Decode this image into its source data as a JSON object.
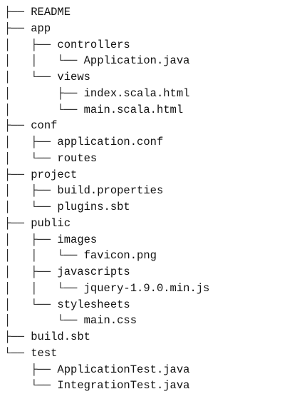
{
  "tree": {
    "rows": [
      {
        "prefix": "├── ",
        "name": "README"
      },
      {
        "prefix": "├── ",
        "name": "app"
      },
      {
        "prefix": "│   ├── ",
        "name": "controllers"
      },
      {
        "prefix": "│   │   └── ",
        "name": "Application.java"
      },
      {
        "prefix": "│   └── ",
        "name": "views"
      },
      {
        "prefix": "│       ├── ",
        "name": "index.scala.html"
      },
      {
        "prefix": "│       └── ",
        "name": "main.scala.html"
      },
      {
        "prefix": "├── ",
        "name": "conf"
      },
      {
        "prefix": "│   ├── ",
        "name": "application.conf"
      },
      {
        "prefix": "│   └── ",
        "name": "routes"
      },
      {
        "prefix": "├── ",
        "name": "project"
      },
      {
        "prefix": "│   ├── ",
        "name": "build.properties"
      },
      {
        "prefix": "│   └── ",
        "name": "plugins.sbt"
      },
      {
        "prefix": "├── ",
        "name": "public"
      },
      {
        "prefix": "│   ├── ",
        "name": "images"
      },
      {
        "prefix": "│   │   └── ",
        "name": "favicon.png"
      },
      {
        "prefix": "│   ├── ",
        "name": "javascripts"
      },
      {
        "prefix": "│   │   └── ",
        "name": "jquery-1.9.0.min.js"
      },
      {
        "prefix": "│   └── ",
        "name": "stylesheets"
      },
      {
        "prefix": "│       └── ",
        "name": "main.css"
      },
      {
        "prefix": "├── ",
        "name": "build.sbt"
      },
      {
        "prefix": "└── ",
        "name": "test"
      },
      {
        "prefix": "    ├── ",
        "name": "ApplicationTest.java"
      },
      {
        "prefix": "    └── ",
        "name": "IntegrationTest.java"
      }
    ]
  }
}
